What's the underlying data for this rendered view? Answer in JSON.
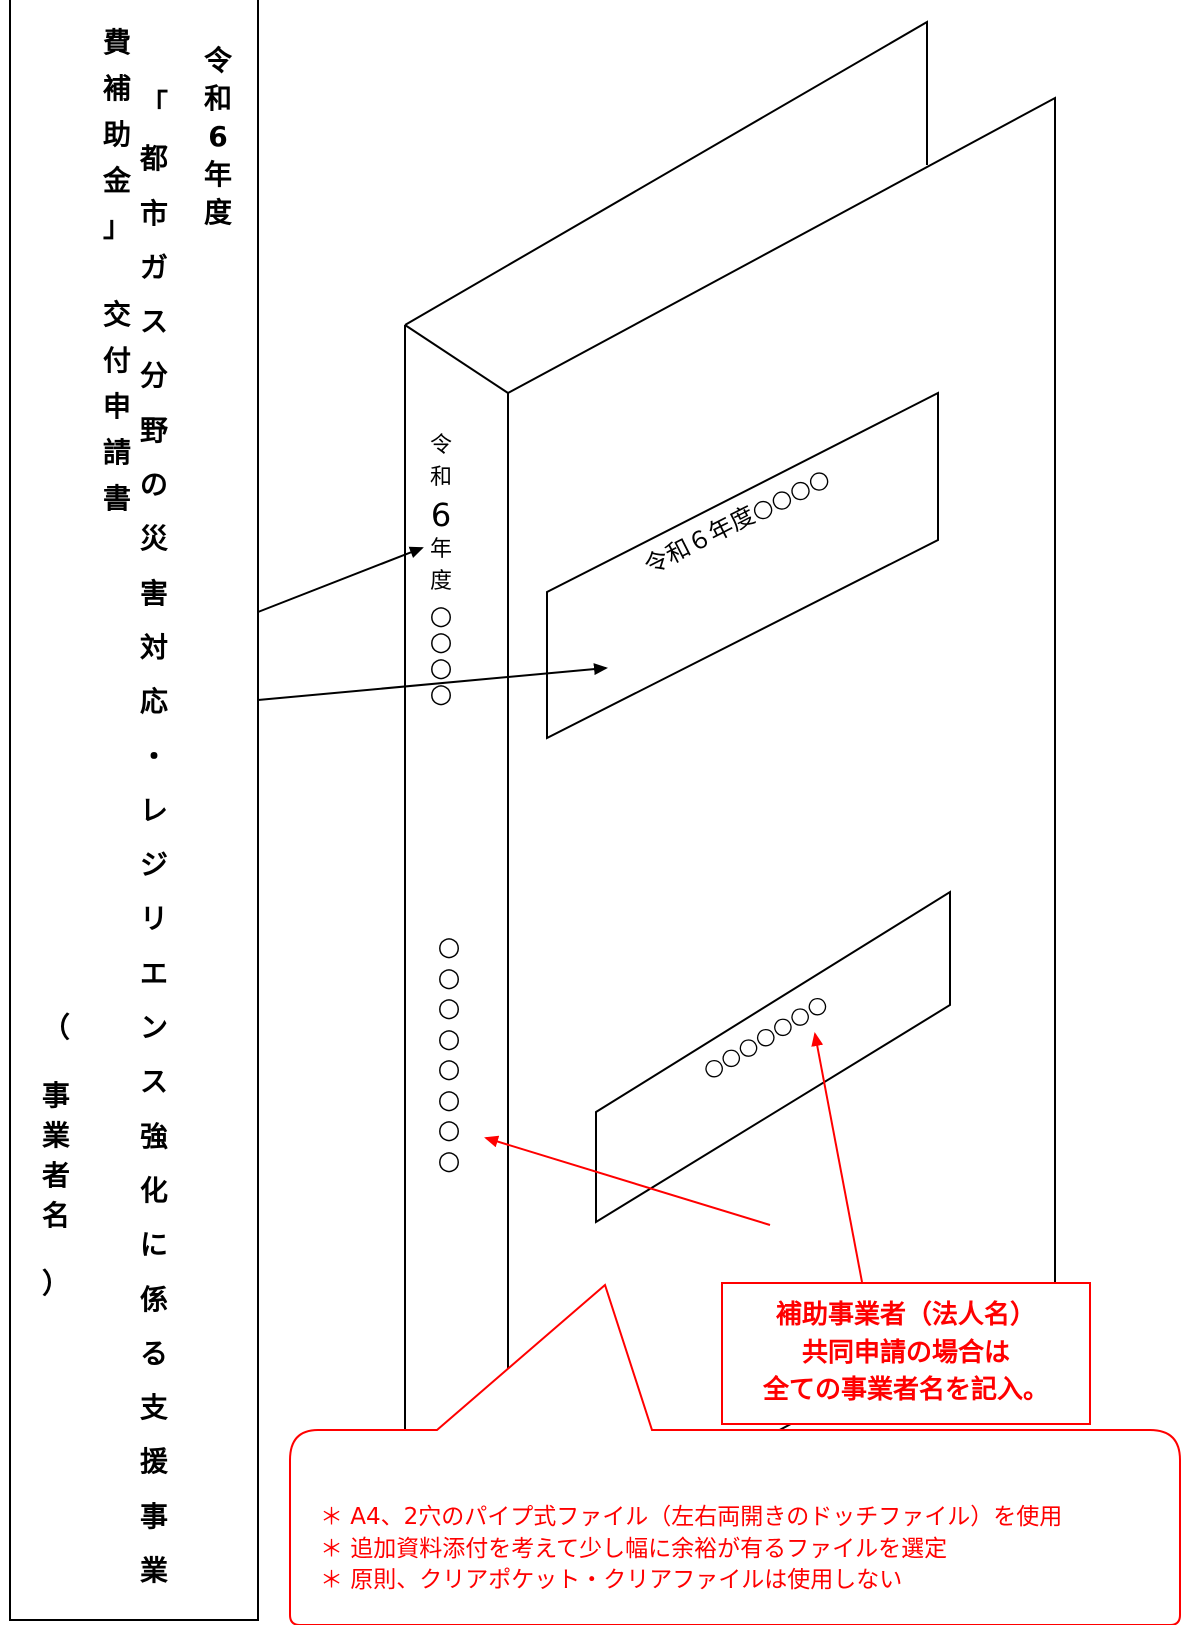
{
  "spine_label": {
    "col1": [
      "令",
      "和",
      "6",
      "年",
      "度"
    ],
    "col2": [
      "「",
      "都",
      "市",
      "ガ",
      "ス",
      "分",
      "野",
      "の",
      "災",
      "害",
      "対",
      "応",
      "・",
      "レ",
      "ジ",
      "リ",
      "エ",
      "ン",
      "ス",
      "強",
      "化",
      "に",
      "係",
      "る",
      "支",
      "援",
      "事",
      "業"
    ],
    "col3": [
      "費",
      "補",
      "助",
      "金",
      "」",
      "交",
      "付",
      "申",
      "請",
      "書"
    ],
    "business_name": [
      "（",
      "事",
      "業",
      "者",
      "名",
      "）"
    ]
  },
  "binder": {
    "spine_top": [
      "令",
      "和",
      "6",
      "年",
      "度",
      "○",
      "○",
      "○",
      "○"
    ],
    "spine_bottom": [
      "○",
      "○",
      "○",
      "○",
      "○",
      "○",
      "○",
      "○"
    ],
    "front_title": "令和６年度○○○○",
    "front_name": "○○○○○○○"
  },
  "callout": {
    "lines": [
      "補助事業者（法人名）",
      "共同申請の場合は",
      "全ての事業者名を記入。"
    ]
  },
  "notes": [
    "＊ A4、2穴のパイプ式ファイル（左右両開きのドッチファイル）を使用",
    "＊ 追加資料添付を考えて少し幅に余裕が有るファイルを選定",
    "＊ 原則、クリアポケット・クリアファイルは使用しない"
  ],
  "colors": {
    "annotation": "#ff0000",
    "line": "#000000"
  }
}
